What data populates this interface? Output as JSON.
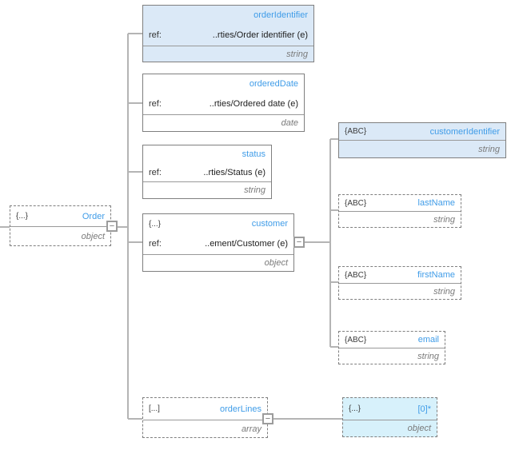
{
  "diagram": {
    "colors": {
      "accent": "#3f9ce8",
      "node-fill-blue": "#dbe9f7",
      "node-fill-cyan": "#d7f1fb",
      "line": "#b4b4b4",
      "border": "#7f7f7f",
      "type-text": "#7a7a7a",
      "token-text": "#3c3c3c"
    },
    "icons": {
      "collapse": "−"
    },
    "nodes": {
      "order": {
        "token": "{...}",
        "name": "Order",
        "type": "object"
      },
      "orderIdentifier": {
        "name": "orderIdentifier",
        "ref_label": "ref:",
        "ref": "..rties/Order identifier (e)",
        "type": "string"
      },
      "orderedDate": {
        "name": "orderedDate",
        "ref_label": "ref:",
        "ref": "..rties/Ordered date (e)",
        "type": "date"
      },
      "status": {
        "name": "status",
        "ref_label": "ref:",
        "ref": "..rties/Status (e)",
        "type": "string"
      },
      "customer": {
        "token": "{...}",
        "name": "customer",
        "ref_label": "ref:",
        "ref": "..ement/Customer (e)",
        "type": "object"
      },
      "orderLines": {
        "token": "[...]",
        "name": "orderLines",
        "type": "array"
      },
      "customerIdentifier": {
        "token": "{ABC}",
        "name": "customerIdentifier",
        "type": "string"
      },
      "lastName": {
        "token": "{ABC}",
        "name": "lastName",
        "type": "string"
      },
      "firstName": {
        "token": "{ABC}",
        "name": "firstName",
        "type": "string"
      },
      "email": {
        "token": "{ABC}",
        "name": "email",
        "type": "string"
      },
      "arrayItem": {
        "token": "{...}",
        "name": "[0]*",
        "type": "object"
      }
    }
  }
}
